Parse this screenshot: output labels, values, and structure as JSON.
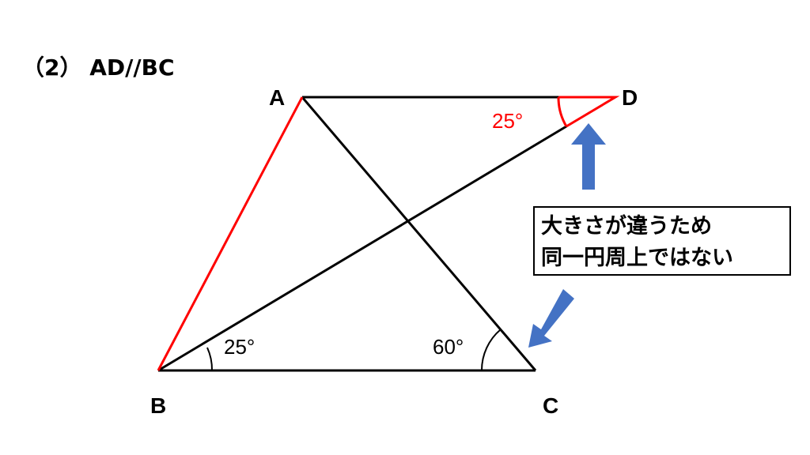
{
  "title": "（2） AD//BC",
  "points": {
    "A": "A",
    "B": "B",
    "C": "C",
    "D": "D"
  },
  "angles": {
    "D": "25°",
    "B": "25°",
    "C": "60°"
  },
  "note": {
    "line1": "大きさが違うため",
    "line2": "同一円周上ではない"
  },
  "colors": {
    "highlight": "#ff0000",
    "arrow": "#4472c4",
    "line": "#000000"
  }
}
